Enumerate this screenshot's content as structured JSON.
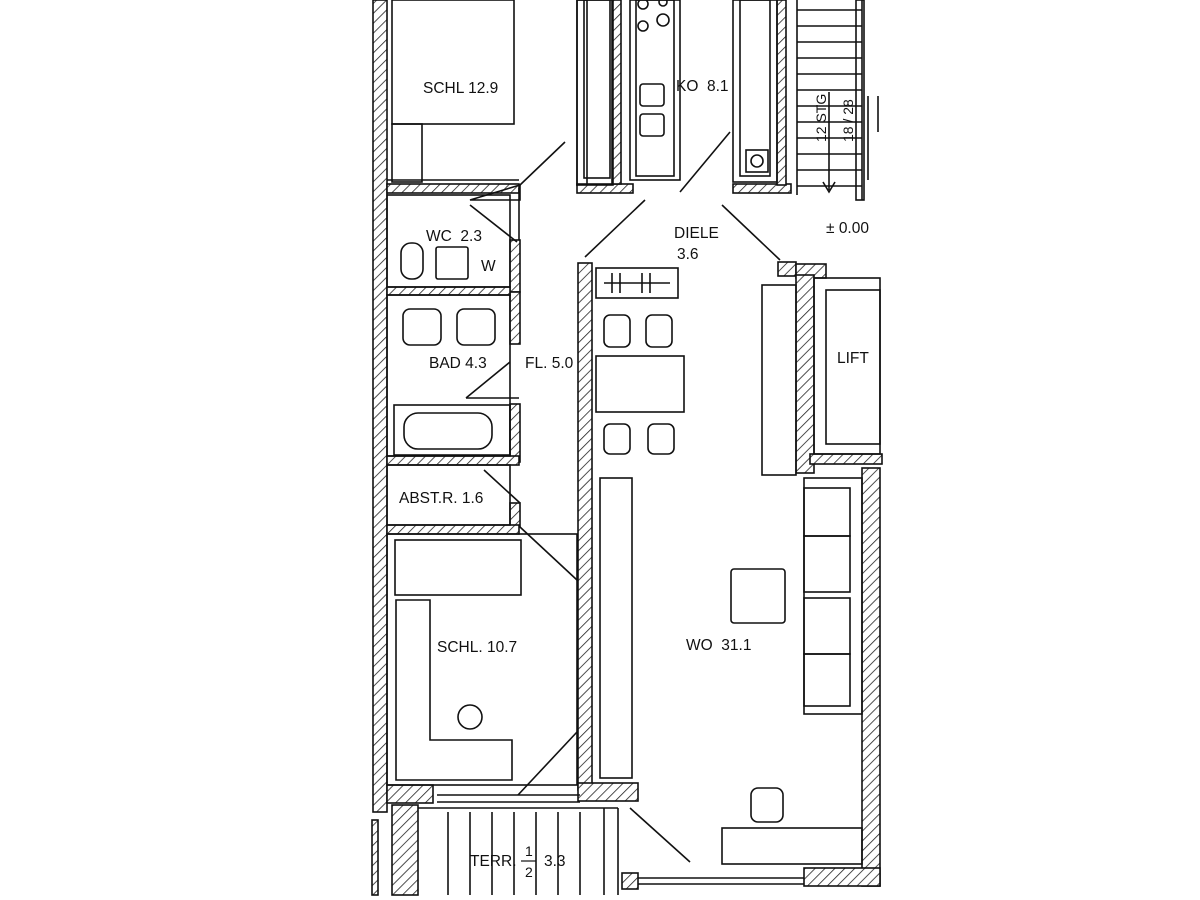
{
  "rooms": {
    "schl_upper": "SCHL 12.9",
    "ko": "KO  8.1",
    "wc": "WC  2.3",
    "w": "W",
    "diele_name": "DIELE",
    "diele_area": "3.6",
    "bad": "BAD 4.3",
    "fl": "FL. 5.0",
    "lift": "LIFT",
    "abstr": "ABST.R. 1.6",
    "schl_lower": "SCHL. 10.7",
    "wo": "WO  31.1",
    "terr_name": "TERR.",
    "terr_frac_num": "1",
    "terr_frac_den": "2",
    "terr_area": "3.3"
  },
  "stairs": {
    "steps": "12 STG",
    "rise_run": "18 / 28"
  },
  "level": "± 0.00"
}
